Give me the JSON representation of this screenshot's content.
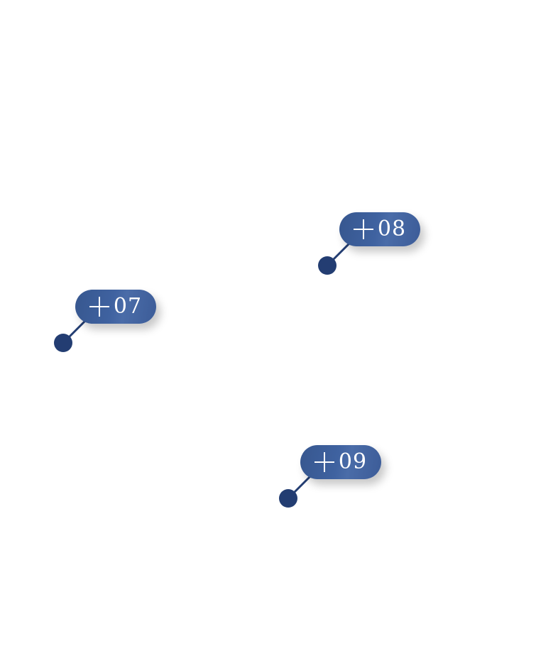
{
  "hotspots": [
    {
      "label": "07",
      "icon": "plus-icon"
    },
    {
      "label": "08",
      "icon": "plus-icon"
    },
    {
      "label": "09",
      "icon": "plus-icon"
    }
  ],
  "colors": {
    "pill": "#3f62a0",
    "dot": "#233d72",
    "text": "#ffffff",
    "background": "#ffffff"
  }
}
